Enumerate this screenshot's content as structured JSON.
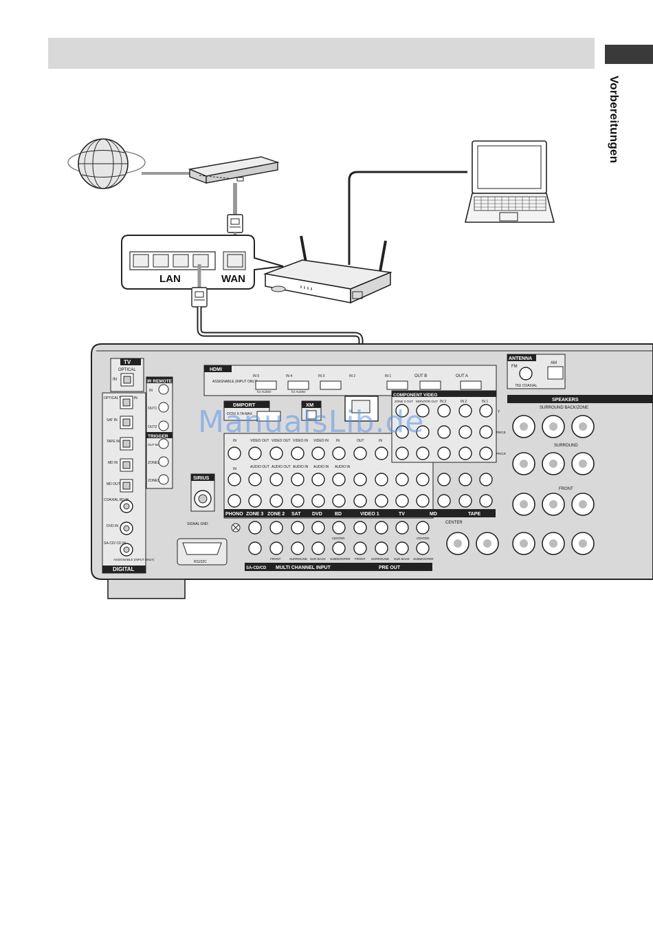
{
  "page": {
    "section_label": "Vorbereitungen",
    "watermark": "ManualsLib.de"
  },
  "hub": {
    "lan_label": "LAN",
    "wan_label": "WAN"
  },
  "receiver": {
    "tv_optical": {
      "title": "TV",
      "sub": "OPTICAL",
      "in": "IN"
    },
    "digital_inputs": [
      {
        "label": "OPTICAL VIDEO 1 IN"
      },
      {
        "label": "SAT IN"
      },
      {
        "label": "TAPE IN"
      },
      {
        "label": "MD IN"
      },
      {
        "label": "MD OUT"
      },
      {
        "label": "COAXIAL BD IN"
      },
      {
        "label": "DVD IN"
      },
      {
        "label": "SA-CD/ CD IN"
      }
    ],
    "digital_note": "ASSIGNABLE (INPUT ONLY)",
    "digital_title": "DIGITAL",
    "ir_remote": {
      "title": "IR REMOTE",
      "ports": [
        "IN",
        "OUT1",
        "OUT2"
      ]
    },
    "trigger": {
      "title": "TRIGGER",
      "ports": [
        "OUT MAIN",
        "ZONE2",
        "ZONE3"
      ]
    },
    "hdmi": {
      "title": "HDMI",
      "note": "ASSIGNABLE (INPUT ONLY)",
      "inputs": [
        "IN 5",
        "IN 4",
        "IN 3",
        "IN 2",
        "IN 1"
      ],
      "sub_labels": [
        "for AUDIO",
        "for AUDIO"
      ],
      "outputs": [
        "OUT B",
        "OUT A"
      ]
    },
    "dmport": {
      "title": "DMPORT",
      "spec": "DC5V 0.7A MAX"
    },
    "xm": {
      "title": "XM"
    },
    "sirius": {
      "title": "SIRIUS"
    },
    "signal_gnd": "SIGNAL GND",
    "rs232c": "RS232C",
    "antenna": {
      "title": "ANTENNA",
      "fm": "FM",
      "am": "AM",
      "coax": "75Ω COAXIAL"
    },
    "component_video": {
      "title": "COMPONENT VIDEO",
      "cols": [
        "ZONE 2 OUT",
        "MONITOR OUT",
        "IN 3",
        "IN 2",
        "IN 1"
      ],
      "assignable": "ASSIGNABLE (INPUT ONLY)",
      "rows": [
        "Y",
        "PB/CB",
        "PR/CR"
      ]
    },
    "speakers": {
      "title": "SPEAKERS",
      "surround_back": "SURROUND BACK/ZONE",
      "surround": "SURROUND",
      "front": "FRONT",
      "center": "CENTER"
    },
    "analog_groups": [
      "PHONO",
      "ZONE 3",
      "ZONE 2",
      "SAT",
      "DVD",
      "BD",
      "VIDEO 1",
      "TV",
      "MD",
      "TAPE"
    ],
    "multi_channel": {
      "title": "MULTI CHANNEL INPUT",
      "ports": [
        "FRONT",
        "SURROUND",
        "SUR BACK",
        "SUBWOOFER"
      ],
      "center": "CENTER"
    },
    "pre_out": {
      "title": "PRE OUT",
      "ports": [
        "FRONT",
        "SURROUND",
        "SUR BACK",
        "SUBWOOFER"
      ],
      "center": "CENTER"
    },
    "sacd": "SA-CD/CD",
    "col_labels": {
      "in": "IN",
      "out": "OUT",
      "video_out": "VIDEO OUT",
      "video_in": "VIDEO IN",
      "audio_out": "AUDIO OUT",
      "audio_in": "AUDIO IN"
    }
  }
}
